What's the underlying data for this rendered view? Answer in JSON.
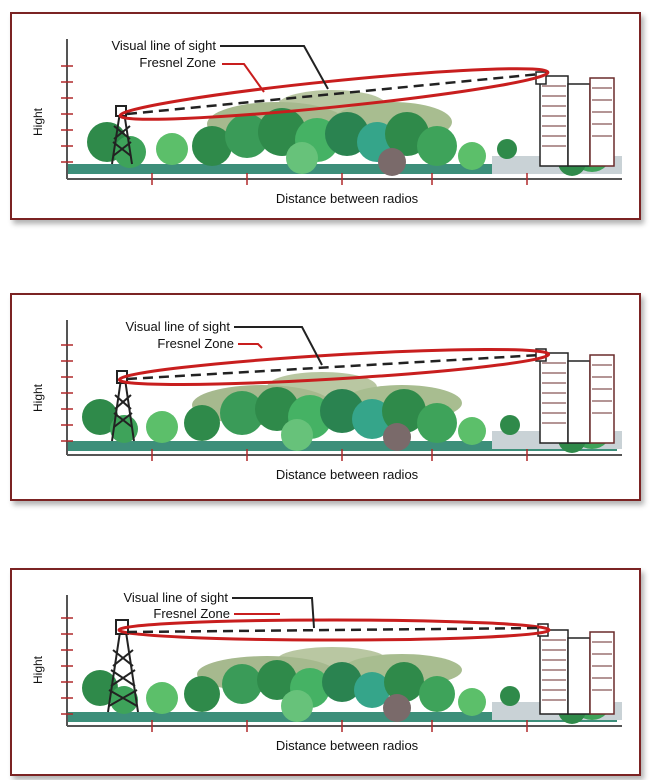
{
  "colors": {
    "frame": "#7b2323",
    "fresnel": "#c81e1e",
    "sight_line": "#222222",
    "axis": "#555555",
    "tick": "#b0282a",
    "ground": "#3d8f7a"
  },
  "diagrams": [
    {
      "label_sight": "Visual line of sight",
      "label_fresnel": "Fresnel Zone",
      "axis_y": "Hight",
      "axis_x": "Distance between radios",
      "obstruction": "trees and terrain block part of the Fresnel zone"
    },
    {
      "label_sight": "Visual line of sight",
      "label_fresnel": "Fresnel Zone",
      "axis_y": "Hight",
      "axis_x": "Distance between radios",
      "obstruction": "trees only touch the lower edge of the Fresnel zone"
    },
    {
      "label_sight": "Visual line of sight",
      "label_fresnel": "Fresnel Zone",
      "axis_y": "Hight",
      "axis_x": "Distance between radios",
      "obstruction": "Fresnel zone is clear of obstructions"
    }
  ]
}
